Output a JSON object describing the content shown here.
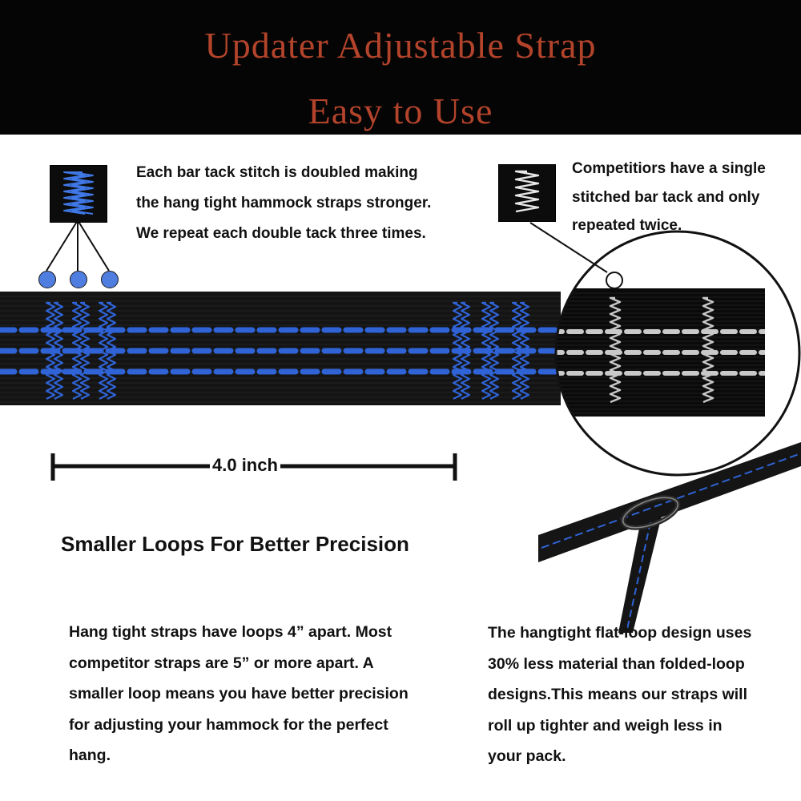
{
  "header": {
    "title_line_1": "Updater Adjustable Strap",
    "title_line_2": "Easy to Use",
    "title_color": "#b3442b",
    "background_color": "#050505"
  },
  "left_callout": {
    "text": "Each bar tack stitch is doubled making\nthe hang tight hammock straps stronger.\nWe repeat each double tack three times.",
    "icon": "double-zigzag-stitch-icon",
    "stitch_color": "#3f77e6",
    "dot_color": "#4f7de0"
  },
  "right_callout": {
    "text": "Competitiors have a single\nstitched bar tack and only\nrepeated twice.",
    "icon": "single-zigzag-stitch-icon",
    "stitch_color": "#e8e8e8"
  },
  "measurement": {
    "label": "4.0 inch"
  },
  "subheading": "Smaller Loops For Better Precision",
  "paragraph_left": "Hang tight straps have loops 4” apart. Most\ncompetitor straps are 5” or more apart. A\nsmaller loop means you have better precision\nfor adjusting your hammock for the perfect\nhang.",
  "paragraph_right": "The hangtight flat-loop design uses\n30% less material than folded-loop\ndesigns.This means our straps will\nroll up tighter and weigh less in\nyour pack.",
  "strap": {
    "webbing_color": "#141414",
    "blue_stitch_color": "#2f63d6",
    "grey_stitch_color": "#c9c9c9"
  }
}
